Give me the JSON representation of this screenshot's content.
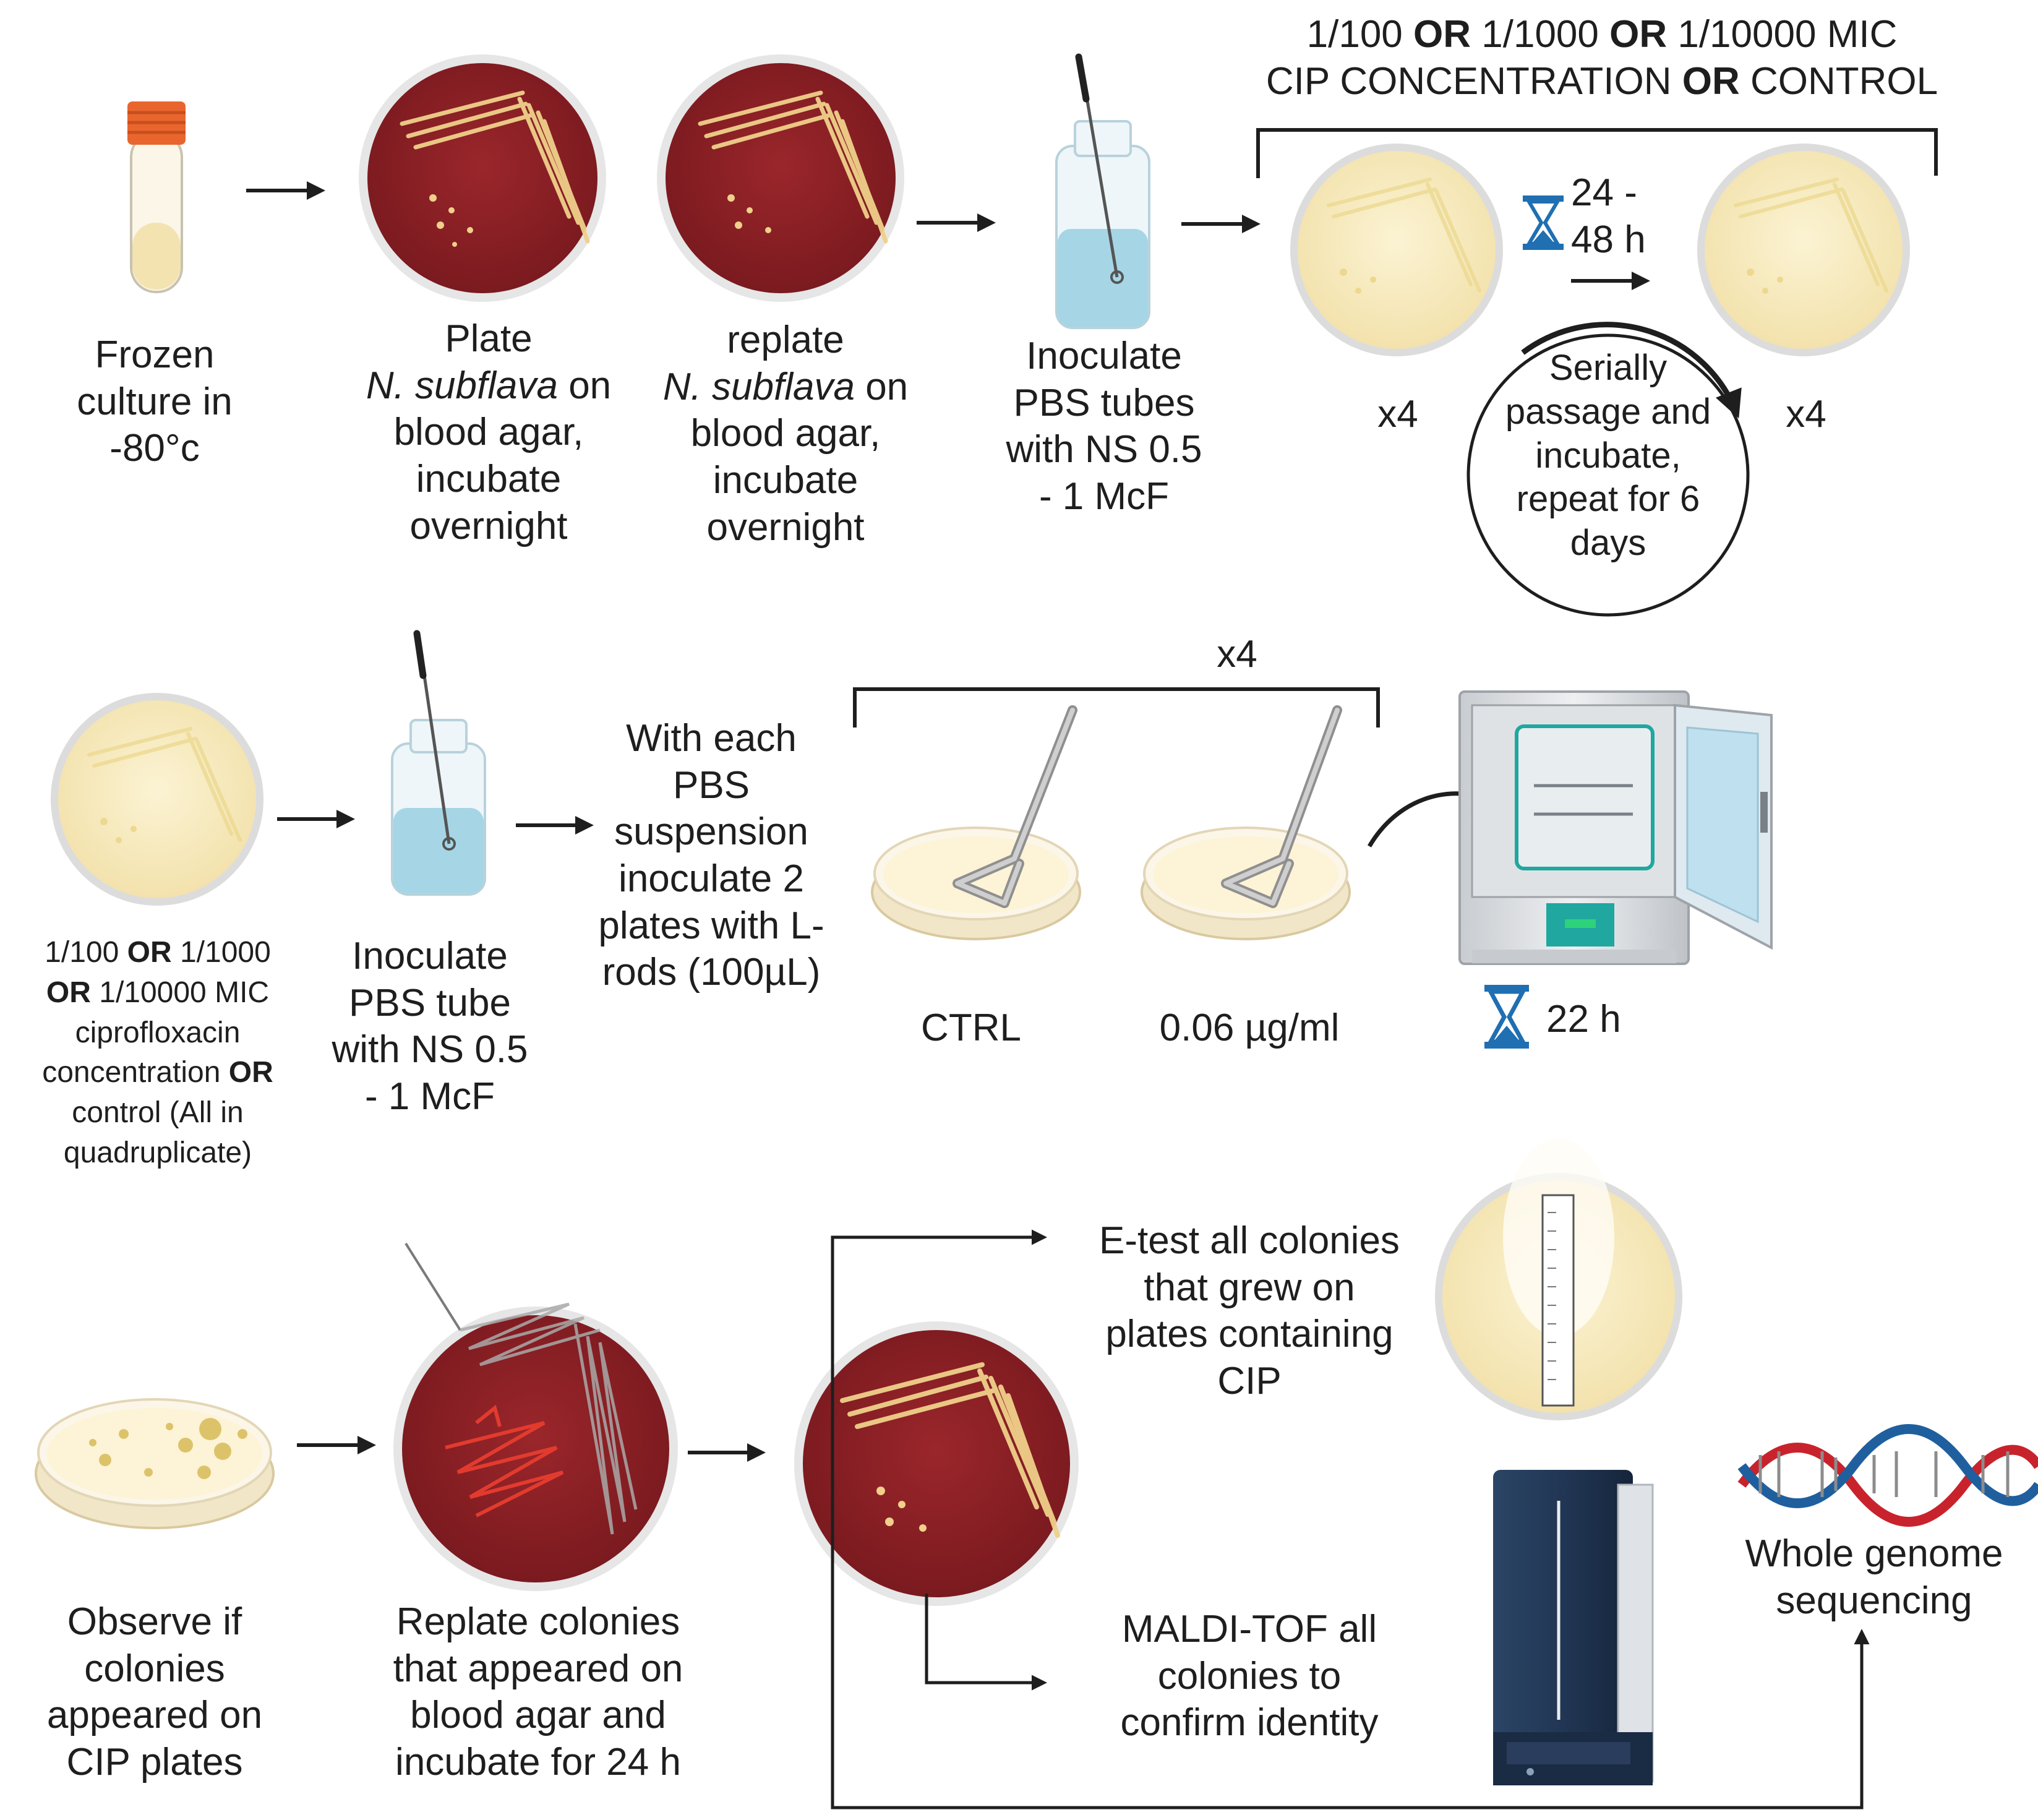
{
  "row1": {
    "frozen": [
      "Frozen",
      "culture in",
      "-80°c"
    ],
    "plate": {
      "l1": "Plate",
      "l2_italic": "N. subflava",
      "l2_rest": " on",
      "l3": "blood agar,",
      "l4": "incubate",
      "l5": "overnight"
    },
    "replate": {
      "l1": "replate",
      "l2_italic": "N. subflava",
      "l2_rest": " on",
      "l3": "blood agar,",
      "l4": "incubate",
      "l5": "overnight"
    },
    "inoculate": [
      "Inoculate",
      "PBS tubes",
      "with NS 0.5",
      "- 1 McF"
    ],
    "header": {
      "a": "1/100 ",
      "or1": "OR",
      "b": " 1/1000 ",
      "or2": "OR",
      "c": " 1/10000 MIC",
      "d": "CIP CONCENTRATION ",
      "or3": "OR",
      "e": " CONTROL"
    },
    "time": [
      "24 -",
      "48 h"
    ],
    "x4_left": "x4",
    "x4_right": "x4",
    "cycle": [
      "Serially",
      "passage and",
      "incubate,",
      "repeat for 6",
      "days"
    ]
  },
  "row2": {
    "plate_label": {
      "l1a": "1/100 ",
      "or1": "OR",
      "l1b": " 1/1000",
      "or2": "OR",
      "l2b": " 1/10000 MIC",
      "l3": "ciprofloxacin",
      "l4a": "concentration ",
      "or3": "OR",
      "l5": "control (All in",
      "l6": "quadruplicate)"
    },
    "inoculate": [
      "Inoculate",
      "PBS tube",
      "with NS 0.5",
      "- 1 McF"
    ],
    "with_each": [
      "With each",
      "PBS",
      "suspension",
      "inoculate 2",
      "plates with L-",
      "rods (100µL)"
    ],
    "x4": "x4",
    "ctrl": "CTRL",
    "conc": "0.06 µg/ml",
    "time": "22 h"
  },
  "row3": {
    "observe": [
      "Observe if",
      "colonies",
      "appeared on",
      "CIP plates"
    ],
    "replate": [
      "Replate colonies",
      "that appeared on",
      "blood agar and",
      "incubate for 24 h"
    ],
    "etest": [
      "E-test all colonies",
      "that grew on",
      "plates containing",
      "CIP"
    ],
    "maldi": [
      "MALDI-TOF all",
      "colonies to",
      "confirm identity"
    ],
    "wgs": [
      "Whole genome",
      "sequencing"
    ]
  },
  "colors": {
    "blood_agar": "#8c2125",
    "cream_agar": "#f7ecc4",
    "streak": "#f0d08a",
    "liquid": "#a6d6e6",
    "arrow": "#1e1e1e",
    "dna_red": "#c8232c",
    "dna_blue": "#1f5f9e",
    "incubator_teal": "#1fa7a0",
    "maldi_navy": "#1f3350"
  }
}
